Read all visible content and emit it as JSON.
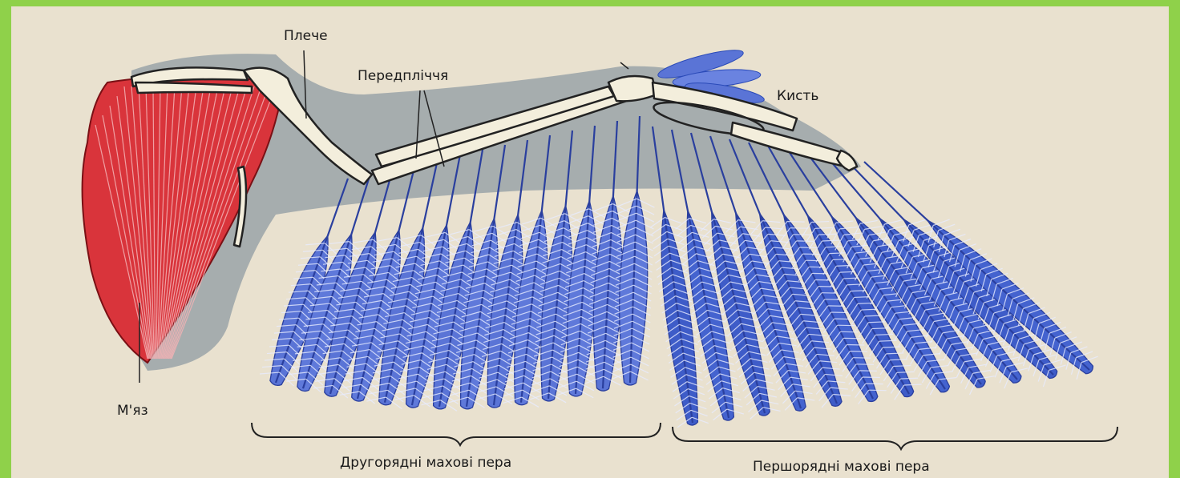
{
  "labels": {
    "shoulder": "Плече",
    "forearm": "Передпліччя",
    "hand": "Кисть",
    "muscle": "М'яз",
    "secondary": "Другорядні махові пера",
    "primary": "Першорядні махові пера"
  },
  "icons": [
    "wing-skeleton-icon",
    "muscle-icon",
    "feather-icon"
  ],
  "colors": {
    "frame": "#8fd14a",
    "background": "#e9e1cf",
    "muscle": "#d9343b",
    "body_shadow": "#9aa3a8",
    "bone": "#f3eedc",
    "feather_secondary": "#5a74d6",
    "feather_primary": "#3e5cc8"
  }
}
